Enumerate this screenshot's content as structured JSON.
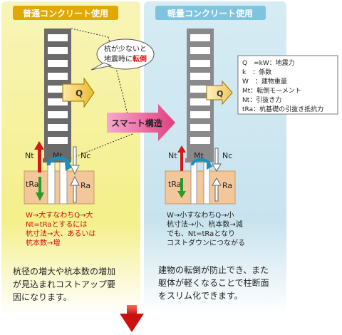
{
  "left": {
    "title": "普通コンクリート使用",
    "callout": [
      "杭が少ないと",
      "地震時に",
      "転倒"
    ],
    "force_q": "Q",
    "nt": "Nt",
    "mt": "Mt",
    "nc": "Nc",
    "tra": "tRa",
    "ra": "Ra",
    "formula": [
      "W→大すなわちQ→大",
      "Nt=tRaとするには",
      "杭寸法→大、あるいは",
      "杭本数→増"
    ],
    "caption": [
      "杭径の増大や杭本数の増加",
      "が見込まれコストアップ要",
      "因になります。"
    ]
  },
  "arrow_label": "スマート構造",
  "right": {
    "title": "軽量コンクリート使用",
    "force_q": "Q",
    "nt": "Nt",
    "mt": "Mt",
    "nc": "Nc",
    "tra": "tRa",
    "ra": "Ra",
    "legend": [
      "Q　=kW：地震力",
      "k　：係数",
      "W　：建物重量",
      "Mt：転倒モーメント",
      "Nt：引抜き力",
      "tRa：杭基礎の引抜き抵抗力"
    ],
    "formula": [
      "W→小すなわちQ→小",
      "杭寸法→小、杭本数→減",
      "でも、Nt=tRaとなり",
      "コストダウンにつながる"
    ],
    "caption": [
      "建物の転倒が防止でき、また",
      "躯体が軽くなることで柱断面",
      "をスリム化できます。"
    ]
  },
  "colors": {
    "left_panel": "#f6f49a",
    "right_panel": "#cfe8f1",
    "left_title_bg": "#e2a800",
    "right_title_bg": "#7fc4df",
    "building": "#6a6a6a",
    "window": "#ffffff",
    "ground": "#f3c79a",
    "red_arrow": "#d41818",
    "green_arrow": "#2a9a2a",
    "blue_arrow": "#1890c0",
    "center_arrow": "#e45a9a"
  }
}
